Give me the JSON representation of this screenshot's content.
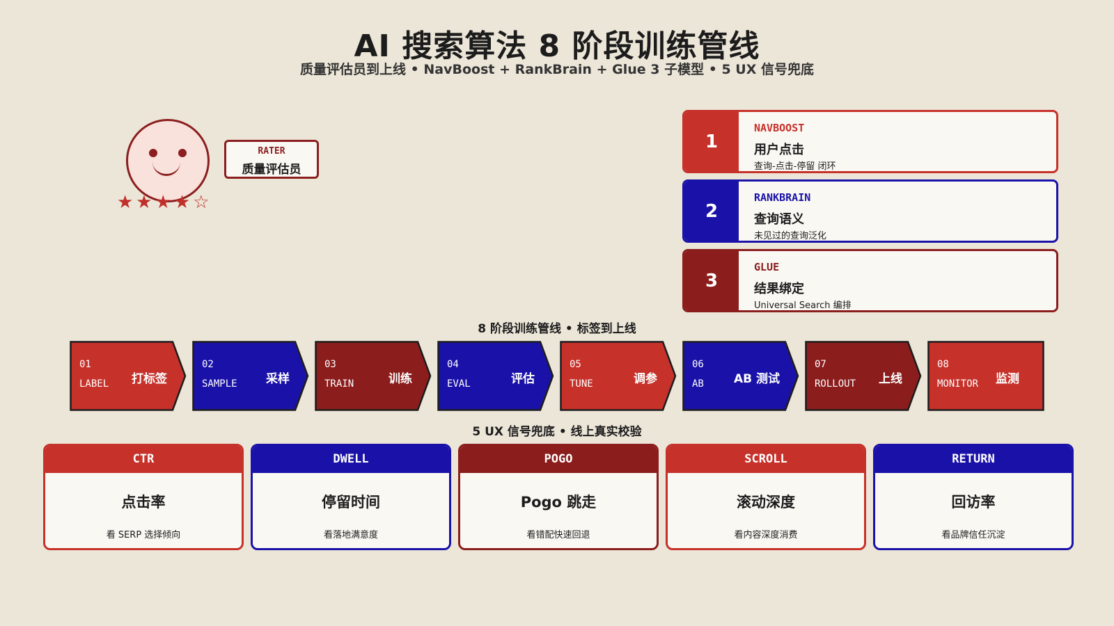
{
  "title": "AI 搜索算法 8 阶段训练管线",
  "subtitle": "质量评估员到上线 • NavBoost + RankBrain + Glue 3 子模型 • 5 UX 信号兜底",
  "rater": {
    "en": "RATER",
    "zh": "质量评估员",
    "stars_filled": 4,
    "stars_total": 5,
    "stars_text": "★★★★☆"
  },
  "colors": {
    "red": "#c6312a",
    "blue": "#1a12a8",
    "dark": "#8b1d1d",
    "bg": "#ece6d8"
  },
  "models": [
    {
      "num": "1",
      "en": "NAVBOOST",
      "zh": "用户点击",
      "desc": "查询-点击-停留 闭环",
      "color": "#c6312a"
    },
    {
      "num": "2",
      "en": "RANKBRAIN",
      "zh": "查询语义",
      "desc": "未见过的查询泛化",
      "color": "#1a12a8"
    },
    {
      "num": "3",
      "en": "GLUE",
      "zh": "结果绑定",
      "desc": "Universal Search 编排",
      "color": "#8b1d1d"
    }
  ],
  "pipeline_label": "8 阶段训练管线 • 标签到上线",
  "stages": [
    {
      "no": "01",
      "code": "LABEL",
      "zh": "打标签",
      "color": "#c6312a"
    },
    {
      "no": "02",
      "code": "SAMPLE",
      "zh": "采样",
      "color": "#1a12a8"
    },
    {
      "no": "03",
      "code": "TRAIN",
      "zh": "训练",
      "color": "#8b1d1d"
    },
    {
      "no": "04",
      "code": "EVAL",
      "zh": "评估",
      "color": "#1a12a8"
    },
    {
      "no": "05",
      "code": "TUNE",
      "zh": "调参",
      "color": "#c6312a"
    },
    {
      "no": "06",
      "code": "AB",
      "zh": "AB 测试",
      "color": "#1a12a8"
    },
    {
      "no": "07",
      "code": "ROLLOUT",
      "zh": "上线",
      "color": "#8b1d1d"
    },
    {
      "no": "08",
      "code": "MONITOR",
      "zh": "监测",
      "color": "#c6312a"
    }
  ],
  "signals_label": "5 UX 信号兜底 • 线上真实校验",
  "signals": [
    {
      "en": "CTR",
      "zh": "点击率",
      "desc": "看 SERP 选择倾向",
      "color": "#c6312a"
    },
    {
      "en": "DWELL",
      "zh": "停留时间",
      "desc": "看落地满意度",
      "color": "#1a12a8"
    },
    {
      "en": "POGO",
      "zh": "Pogo 跳走",
      "desc": "看错配快速回退",
      "color": "#8b1d1d"
    },
    {
      "en": "SCROLL",
      "zh": "滚动深度",
      "desc": "看内容深度消费",
      "color": "#c6312a"
    },
    {
      "en": "RETURN",
      "zh": "回访率",
      "desc": "看品牌信任沉淀",
      "color": "#1a12a8"
    }
  ]
}
